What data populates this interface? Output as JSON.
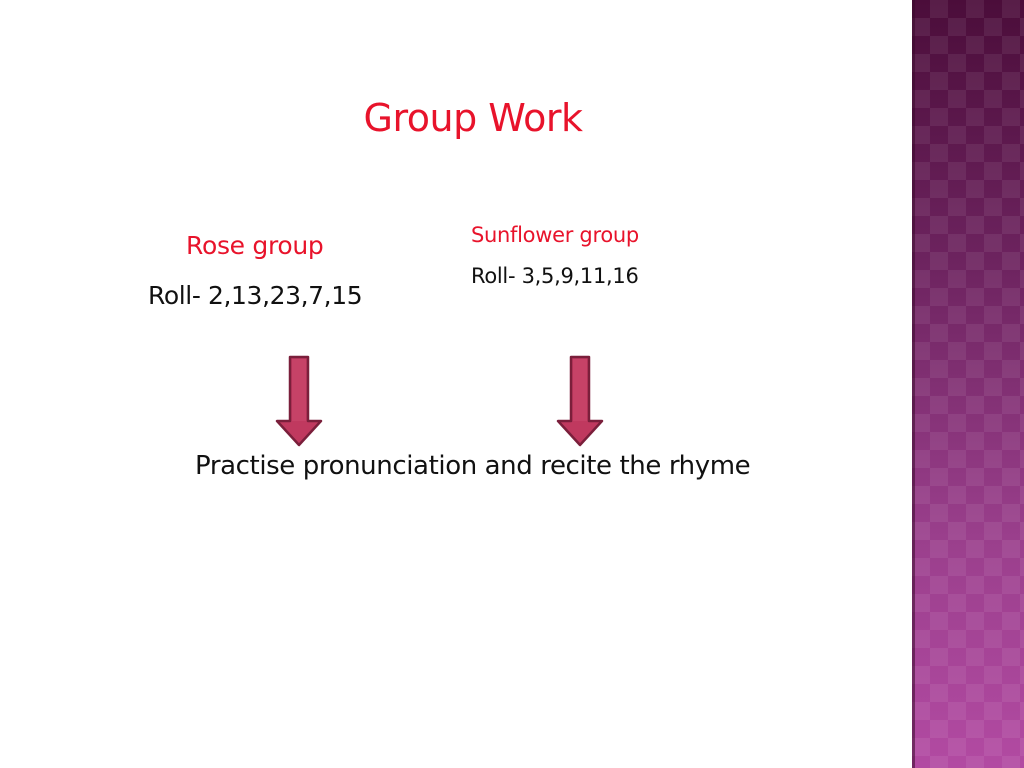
{
  "slide": {
    "title": "Group Work",
    "rose_group": {
      "heading": "Rose group",
      "roll": "Roll- 2,13,23,7,15"
    },
    "sunflower_group": {
      "heading": "Sunflower group",
      "roll": "Roll- 3,5,9,11,16"
    },
    "instruction": "Practise pronunciation and recite the rhyme"
  },
  "colors": {
    "heading_red": "#e8132b",
    "arrow_fill": "#c0395f",
    "arrow_stroke": "#7a1f3b",
    "side_band": "#7a2f6c"
  },
  "icons": {
    "arrow": "down-arrow-icon"
  }
}
